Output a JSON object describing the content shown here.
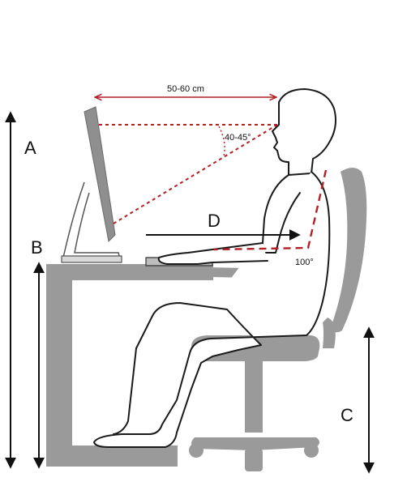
{
  "labels": {
    "a": "A",
    "b": "B",
    "c": "C",
    "d": "D",
    "viewing_distance": "50-60 cm",
    "gaze_angle": "40-45°",
    "elbow_angle": "100°"
  },
  "colors": {
    "furniture": "#9a9a9a",
    "outline": "#1a1a1a",
    "guide_red": "#b21f24",
    "background": "#ffffff"
  }
}
